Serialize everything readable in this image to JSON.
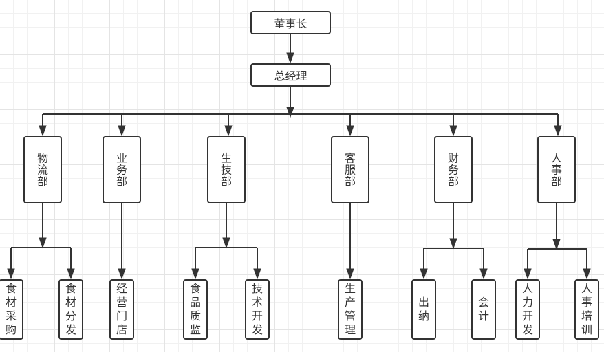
{
  "chairman": "董事长",
  "gm": "总经理",
  "departments": [
    {
      "id": "logistics",
      "name": "物流部",
      "children": [
        "食材采购",
        "食材分发"
      ]
    },
    {
      "id": "business",
      "name": "业务部",
      "children": [
        "经营门店"
      ]
    },
    {
      "id": "production",
      "name": "生技部",
      "children": [
        "食品质监",
        "技术开发"
      ]
    },
    {
      "id": "service",
      "name": "客服部",
      "children": [
        "生产管理"
      ]
    },
    {
      "id": "finance",
      "name": "财务部",
      "children": [
        "出纳",
        "会计"
      ]
    },
    {
      "id": "hr",
      "name": "人事部",
      "children": [
        "人力开发",
        "人事培训"
      ]
    }
  ],
  "colors": {
    "stroke": "#333333",
    "fill": "#ffffff",
    "grid": "#e4e4e4"
  }
}
